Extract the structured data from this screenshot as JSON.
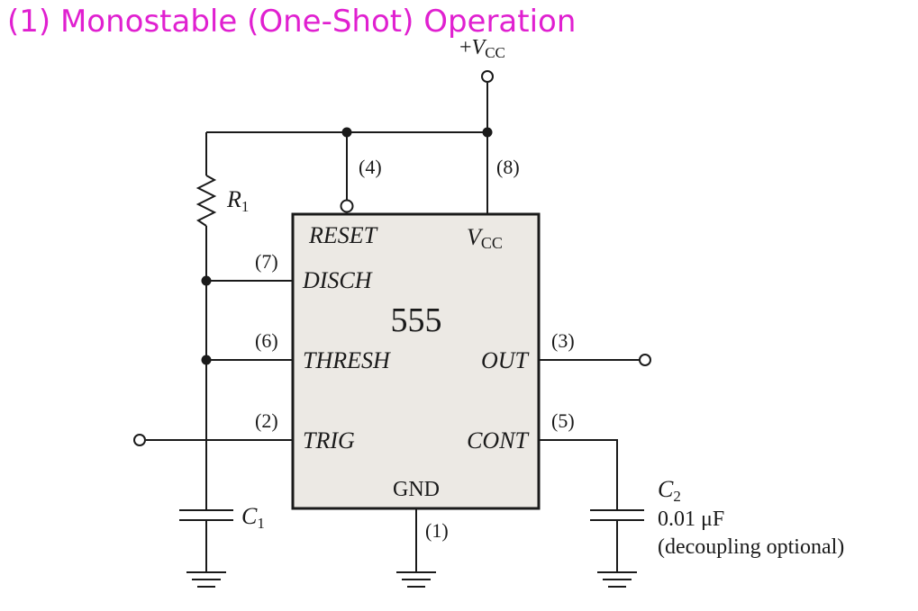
{
  "title": "(1) Monostable (One-Shot) Operation",
  "supply": {
    "prefix": "+",
    "main": "V",
    "sub": "CC"
  },
  "chip": {
    "name": "555",
    "pins": {
      "reset": "RESET",
      "vcc_main": "V",
      "vcc_sub": "CC",
      "disch": "DISCH",
      "thresh": "THRESH",
      "out": "OUT",
      "trig": "TRIG",
      "cont": "CONT",
      "gnd": "GND"
    }
  },
  "pin_numbers": {
    "reset": "(4)",
    "vcc": "(8)",
    "disch": "(7)",
    "thresh": "(6)",
    "out": "(3)",
    "trig": "(2)",
    "cont": "(5)",
    "gnd": "(1)"
  },
  "components": {
    "r1": {
      "main": "R",
      "sub": "1"
    },
    "c1": {
      "main": "C",
      "sub": "1"
    },
    "c2": {
      "main": "C",
      "sub": "2",
      "value": "0.01 μF",
      "note": "(decoupling optional)"
    }
  },
  "colors": {
    "title": "#e020d0",
    "chip_fill": "#ece9e4",
    "wire": "#1a1a1a"
  }
}
